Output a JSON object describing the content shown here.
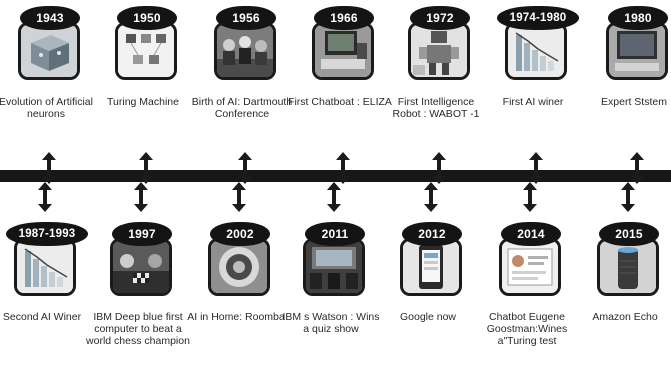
{
  "events": [
    {
      "year": "1943",
      "label": "Evolution of Artificial neurons",
      "icon": "cube-icon"
    },
    {
      "year": "1950",
      "label": "Turing Machine",
      "icon": "diagram-icon"
    },
    {
      "year": "1956",
      "label": "Birth of AI: Dartmouth Conference",
      "icon": "group-photo-icon"
    },
    {
      "year": "1966",
      "label": "First Chatboat : ELIZA",
      "icon": "computer-terminal-icon"
    },
    {
      "year": "1972",
      "label": "First Intelligence Robot : WABOT -1",
      "icon": "robot-icon"
    },
    {
      "year": "1974-1980",
      "label": "First AI winer",
      "icon": "declining-chart-icon"
    },
    {
      "year": "1980",
      "label": "Expert Ststem",
      "icon": "computer-icon"
    },
    {
      "year": "1987-1993",
      "label": "Second AI Winer",
      "icon": "declining-chart-icon"
    },
    {
      "year": "1997",
      "label": "IBM Deep blue first computer to beat a world chess champion",
      "icon": "chess-match-icon"
    },
    {
      "year": "2002",
      "label": "AI in Home: Roomba",
      "icon": "robot-vacuum-icon"
    },
    {
      "year": "2011",
      "label": "IBM s Watson : Wins a quiz show",
      "icon": "quiz-show-icon"
    },
    {
      "year": "2012",
      "label": "Google now",
      "icon": "smartphone-icon"
    },
    {
      "year": "2014",
      "label": "Chatbot Eugene Goostman:Wines a\"Turing test",
      "icon": "chatbot-screen-icon"
    },
    {
      "year": "2015",
      "label": "Amazon Echo",
      "icon": "smart-speaker-icon"
    }
  ]
}
